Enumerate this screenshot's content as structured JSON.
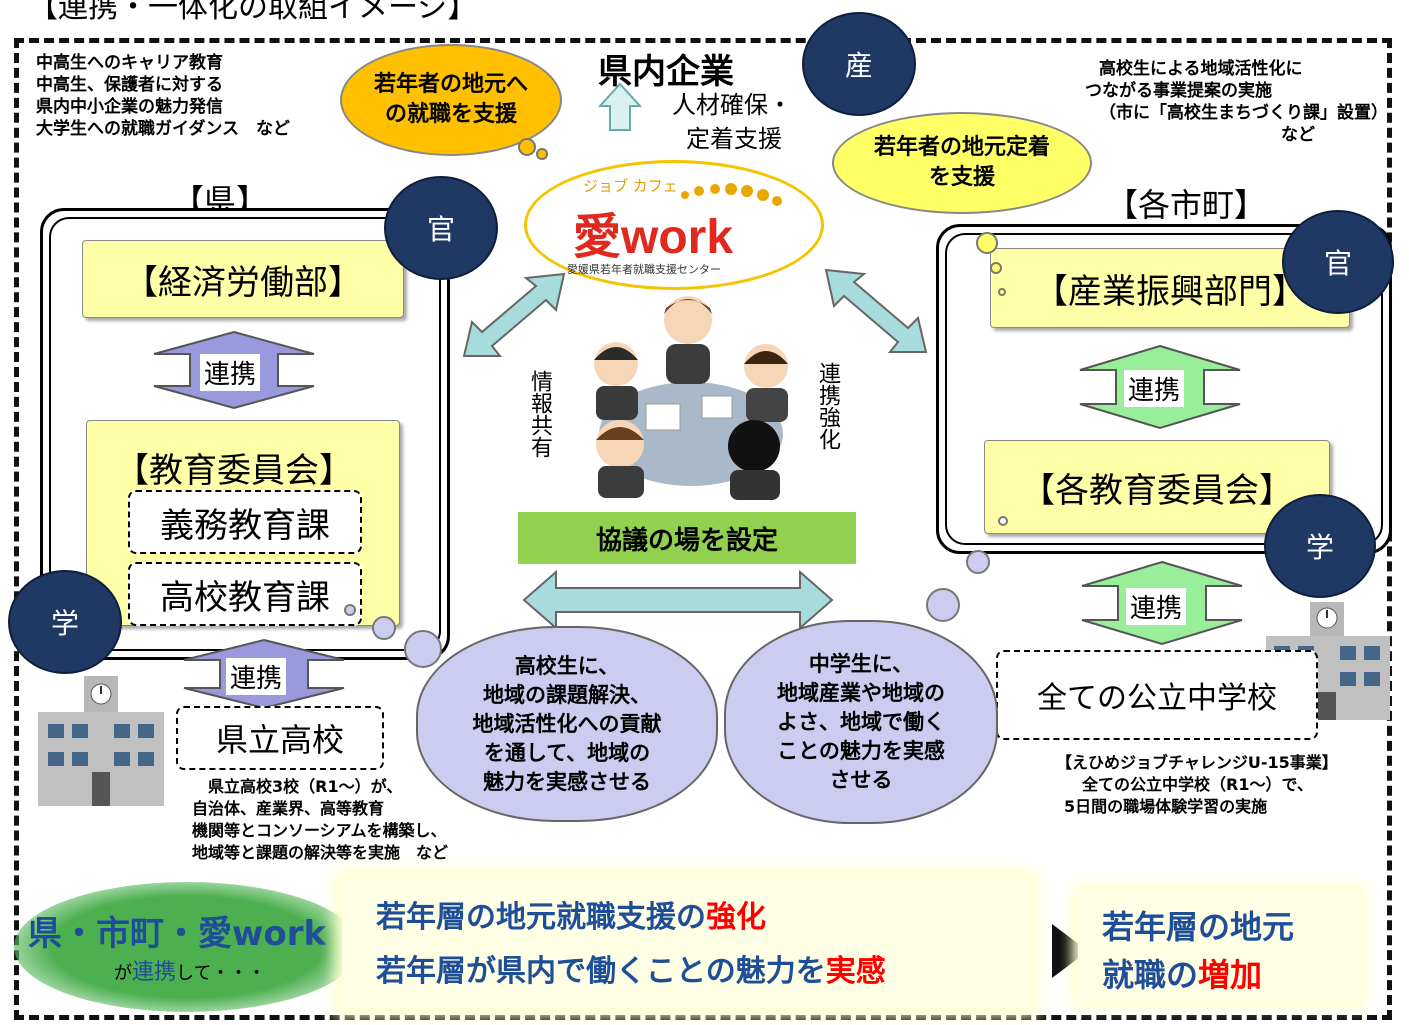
{
  "title": "【連携・一体化の取組イメージ】",
  "top_left_notes": [
    "中高生へのキャリア教育",
    "中高生、保護者に対する",
    "県内中小企業の魅力発信",
    "大学生への就職ガイダンス　など"
  ],
  "top_right_notes": [
    "高校生による地域活性化に",
    "つながる事業提案の実施",
    "（市に「高校生まちづくり課」設置）",
    "など"
  ],
  "orange_cloud": [
    "若年者の地元へ",
    "の就職を支援"
  ],
  "yellow_cloud": [
    "若年者の地元定着",
    "を支援"
  ],
  "company": {
    "label": "県内企業",
    "sub": [
      "人材確保・",
      "定着支援"
    ]
  },
  "badges": {
    "industry": "産",
    "gov": "官",
    "school": "学"
  },
  "prefecture": {
    "header": "【県】",
    "dept": "【経済労働部】",
    "link": "連携",
    "board": "【教育委員会】",
    "sections": [
      "義務教育課",
      "高校教育課"
    ],
    "link2": "連携",
    "school": "県立高校",
    "notes": [
      "県立高校3校（R1～）が、",
      "自治体、産業界、高等教育",
      "機関等とコンソーシアムを構築し、",
      "地域等と課題の解決等を実施　など"
    ]
  },
  "municipality": {
    "header": "【各市町】",
    "dept": "【産業振興部門】",
    "link": "連携",
    "board": "【各教育委員会】",
    "link2": "連携",
    "school": "全ての公立中学校",
    "notes": [
      "【えひめジョブチャレンジU-15事業】",
      "全ての公立中学校（R1～）で、",
      "5日間の職場体験学習の実施"
    ]
  },
  "aiwork": {
    "kana": "ジョブ カフェ",
    "logo_ai": "愛",
    "logo_work": "work",
    "subtitle": "愛媛県若年者就職支援センター"
  },
  "center": {
    "left_vertical": "情報共有",
    "right_vertical": "連携強化",
    "green_bar": "協議の場を設定"
  },
  "cloud_left": [
    "高校生に、",
    "地域の課題解決、",
    "地域活性化への貢献",
    "を通して、地域の",
    "魅力を実感させる"
  ],
  "cloud_right": [
    "中学生に、",
    "地域産業や地域の",
    "よさ、地域で働く",
    "ことの魅力を実感",
    "させる"
  ],
  "bottom": {
    "glow_main": "県・市町・愛work",
    "glow_sub_pre": "が",
    "glow_sub_em": "連携",
    "glow_sub_post": "して・・・",
    "line1_pre": "若年層の地元就職支援の",
    "line1_red": "強化",
    "line2_pre": "若年層が県内で働くことの魅力を",
    "line2_red": "実感",
    "result_line1": "若年層の地元",
    "result_line2_pre": "就職の",
    "result_line2_red": "増加"
  },
  "colors": {
    "navy": "#1f3864",
    "purple_arrow": "#9999dd",
    "green_arrow": "#99ee99",
    "teal_arrow": "#a8dcdc",
    "green_bar": "#92d050",
    "cloud": "#ccccf0",
    "yellow": "#ffffa8",
    "red": "#ff0000",
    "blue_text": "#1f4e99"
  }
}
